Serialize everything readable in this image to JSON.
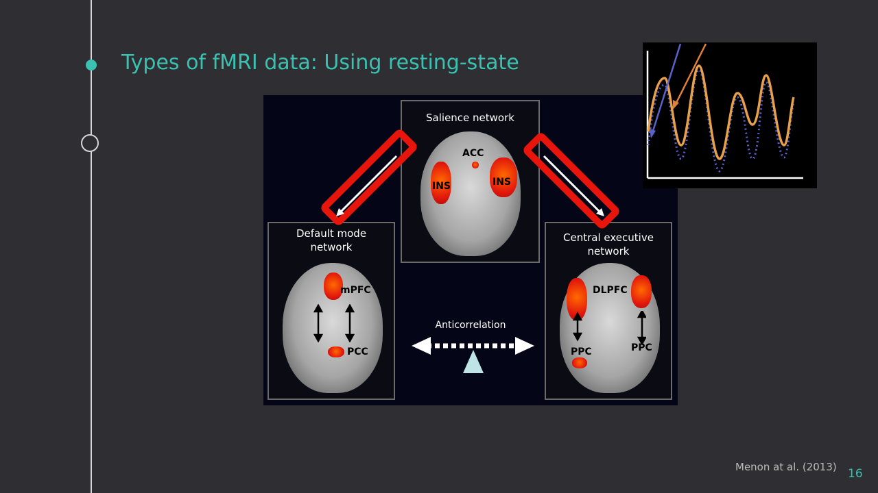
{
  "slide": {
    "title": "Types of fMRI data: Using resting-state",
    "citation": "Menon at al. (2013)",
    "page_number": "16"
  },
  "figure": {
    "salience": {
      "label": "Salience network",
      "regions": [
        "ACC",
        "INS",
        "INS"
      ]
    },
    "default_mode": {
      "label_line1": "Default mode",
      "label_line2": "network",
      "regions": [
        "mPFC",
        "PCC"
      ]
    },
    "central_executive": {
      "label_line1": "Central executive",
      "label_line2": "network",
      "regions": [
        "DLPFC",
        "PPC",
        "PPC"
      ]
    },
    "anticorrelation_label": "Anticorrelation"
  },
  "colors": {
    "accent": "#39c2b2",
    "highlight_box": "#e8150d",
    "series_orange": "#e8a04a",
    "series_blue": "#5a63c8"
  }
}
